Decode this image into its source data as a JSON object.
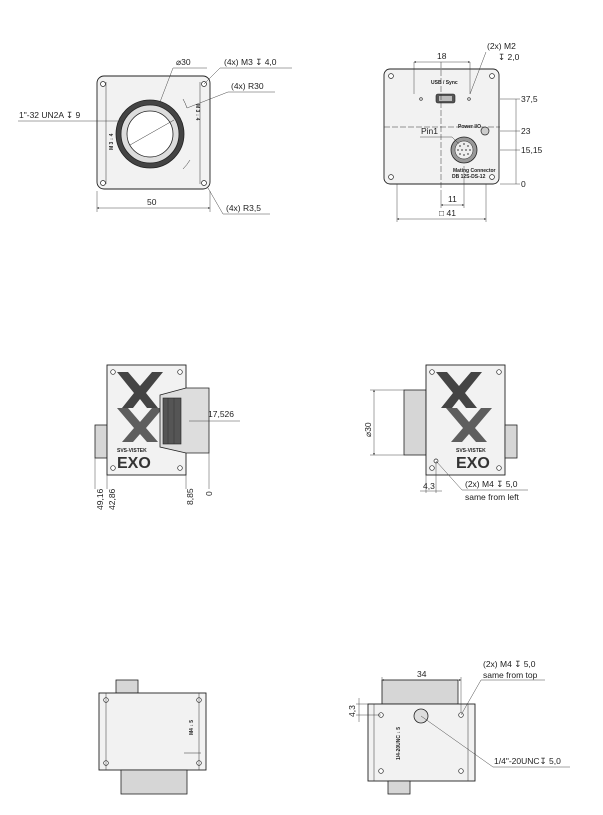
{
  "front_view": {
    "thread_label": "1\"-32 UN2A",
    "thread_depth": "9",
    "diameter_label": "30",
    "screw_label": "(4x) M3",
    "screw_depth": "4,0",
    "radius_label": "(4x) R30",
    "corner_radius_label": "(4x) R3,5",
    "width_label": "50"
  },
  "rear_view": {
    "screw_label": "(2x) M2",
    "screw_depth": "2,0",
    "dim_top": "18",
    "dim_37": "37,5",
    "dim_23": "23",
    "dim_15": "15,15",
    "dim_0": "0",
    "pin_label": "Pin1",
    "dim_11": "11",
    "dim_41": "41",
    "square_symbol": "□",
    "text_usb": "USB / Sync",
    "text_power": "Power I/O",
    "text_mating": "Mating Connector",
    "text_mating2": "DB 12S-DS-12"
  },
  "side_view_left": {
    "dim_17": "17,526",
    "dim_49": "49,16",
    "dim_42": "42,86",
    "dim_8": "8,85",
    "dim_0": "0",
    "brand": "SVS-VISTEK",
    "logo": "EXO"
  },
  "side_view_right": {
    "diameter_label": "30",
    "dim_43": "4,3",
    "screw_label": "(2x) M4",
    "screw_depth": "5,0",
    "note": "same from left",
    "brand": "SVS-VISTEK",
    "logo": "EXO"
  },
  "bottom_view_left": {
    "text_vertical": "M4 ↓ 5"
  },
  "bottom_view_right": {
    "dim_34": "34",
    "screw_label": "(2x) M4",
    "screw_depth": "5,0",
    "note": "same from top",
    "dim_43": "4,3",
    "tripod_label": "1/4\"-20UNC",
    "tripod_depth": "5,0",
    "text_vertical": "1/4-20UNC ↓ 5"
  },
  "symbols": {
    "diameter": "⌀",
    "depth": "↧"
  }
}
